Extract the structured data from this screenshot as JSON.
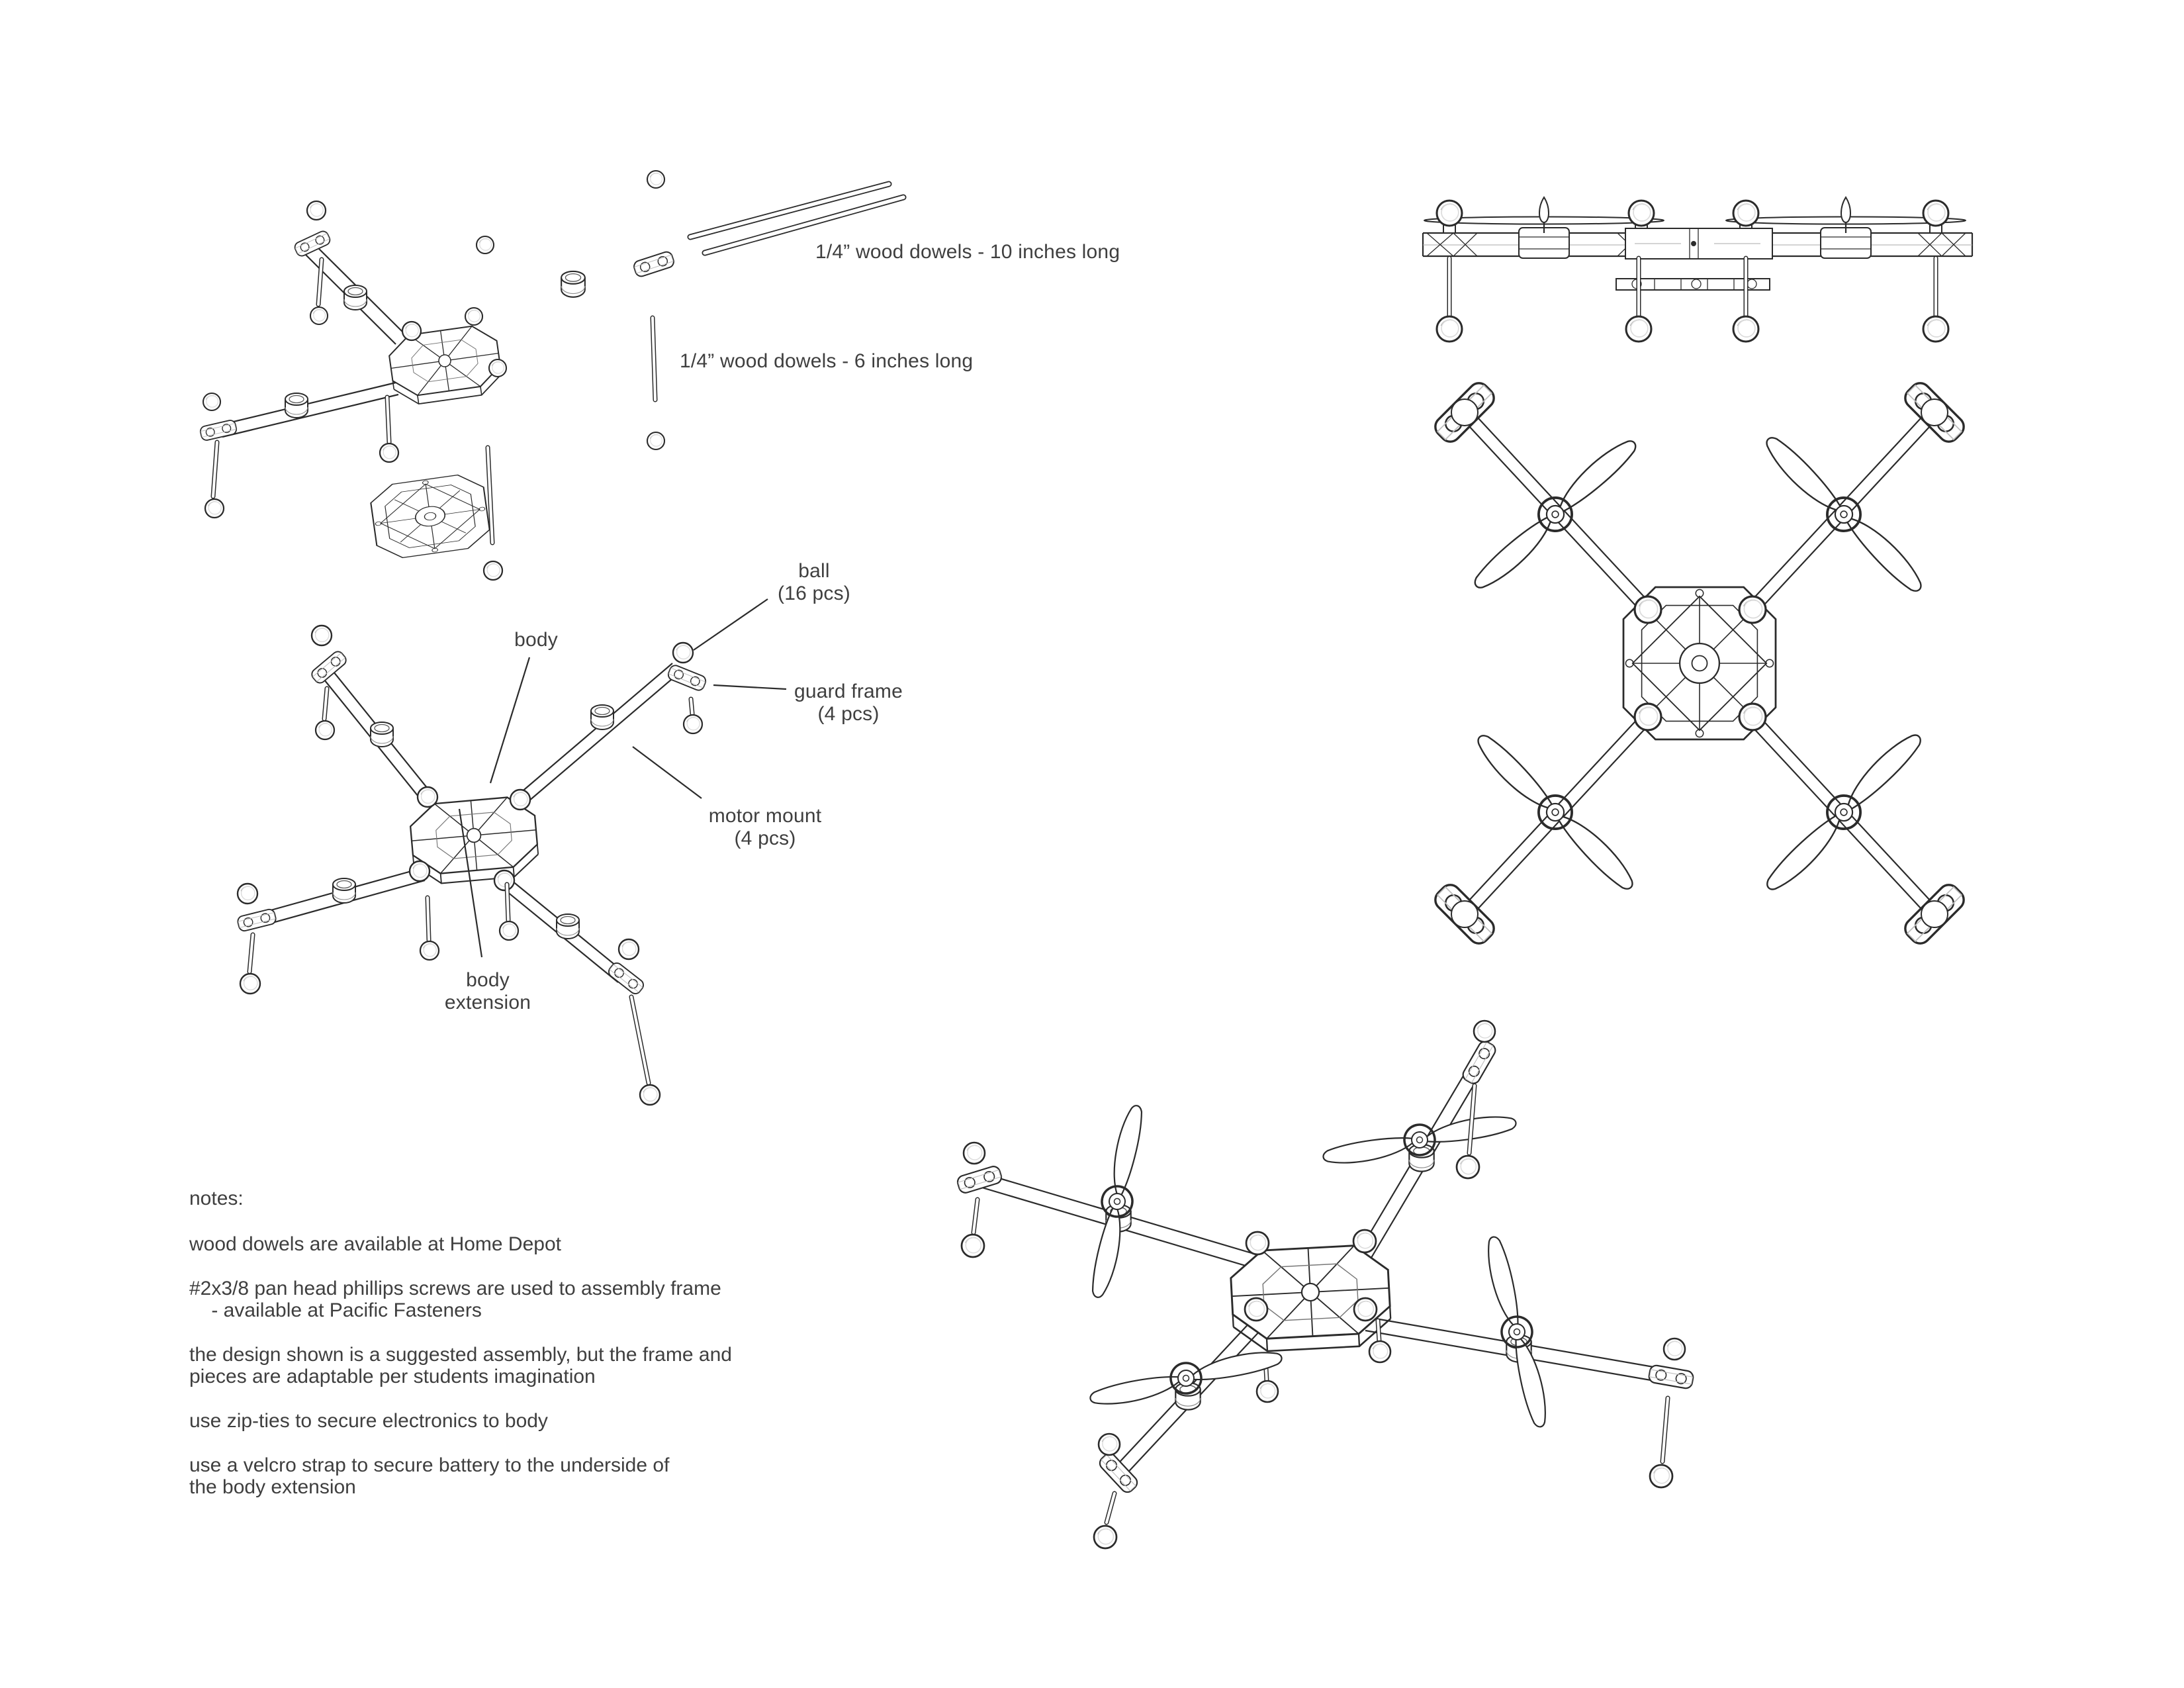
{
  "page": {
    "background": "#ffffff",
    "ink_color": "#2b2b2b",
    "label_color": "#3f3f3f"
  },
  "callouts": {
    "dowel_10": "1/4” wood dowels - 10 inches long",
    "dowel_6": "1/4” wood dowels - 6 inches long",
    "ball": {
      "line1": "ball",
      "line2": "(16 pcs)"
    },
    "body": "body",
    "guard_frame": {
      "line1": "guard frame",
      "line2": "(4 pcs)"
    },
    "motor_mount": {
      "line1": "motor mount",
      "line2": "(4 pcs)"
    },
    "body_extension": {
      "line1": "body",
      "line2": "extension"
    }
  },
  "notes": {
    "heading": "notes:",
    "paragraphs": [
      "wood dowels are available at Home Depot",
      "#2x3/8 pan head phillips screws are used to assembly frame\n    - available at Pacific Fasteners",
      "the design shown is a suggested assembly, but the frame and\npieces are adaptable per students imagination",
      "use zip-ties to secure electronics to body",
      "use a velcro strap to secure battery to the underside of\nthe body extension"
    ]
  }
}
